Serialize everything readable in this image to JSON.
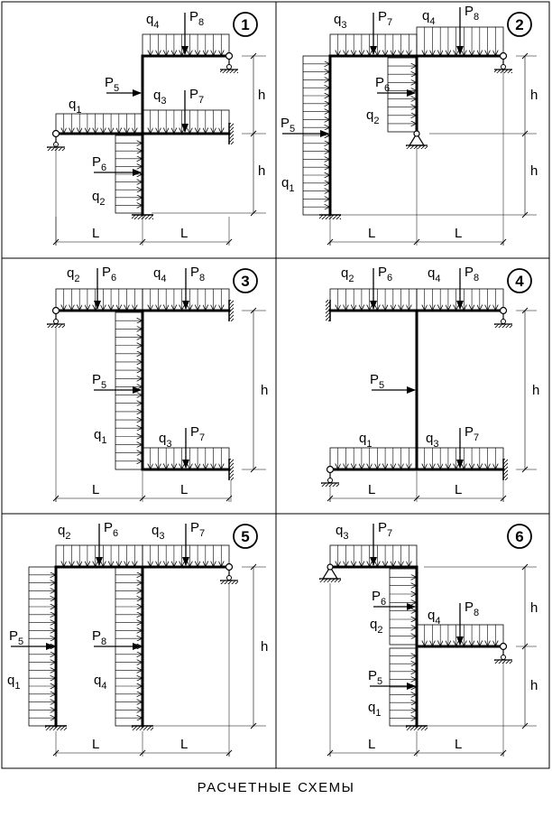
{
  "caption": "РАСЧЕТНЫЕ   СХЕМЫ",
  "dimension_labels": {
    "span": "L",
    "height": "h"
  },
  "schemes": [
    {
      "number": "1",
      "loads": [
        "q4",
        "P8",
        "P5",
        "q1",
        "q3",
        "P7",
        "P6",
        "q2"
      ]
    },
    {
      "number": "2",
      "loads": [
        "q3",
        "P7",
        "q4",
        "P8",
        "P6",
        "q2",
        "P5",
        "q1"
      ]
    },
    {
      "number": "3",
      "loads": [
        "q2",
        "P6",
        "q4",
        "P8",
        "P5",
        "q1",
        "q3",
        "P7"
      ]
    },
    {
      "number": "4",
      "loads": [
        "q2",
        "P6",
        "q4",
        "P8",
        "P5",
        "q1",
        "q3",
        "P7"
      ]
    },
    {
      "number": "5",
      "loads": [
        "q2",
        "P6",
        "q3",
        "P7",
        "P5",
        "q1",
        "P8",
        "q4"
      ]
    },
    {
      "number": "6",
      "loads": [
        "q3",
        "P7",
        "P6",
        "q2",
        "q4",
        "P8",
        "P5",
        "q1"
      ]
    }
  ]
}
